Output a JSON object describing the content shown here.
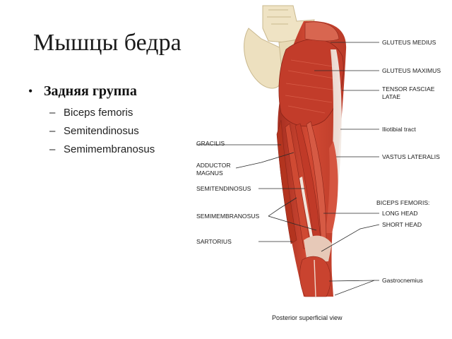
{
  "slide": {
    "title": "Мышцы бедра",
    "bullet": "Задняя группа",
    "sub_items": [
      "Biceps femoris",
      "Semitendinosus",
      "Semimembranosus"
    ]
  },
  "figure": {
    "labels_right": {
      "gluteus_medius": "GLUTEUS MEDIUS",
      "gluteus_maximus": "GLUTEUS MAXIMUS",
      "tensor_1": "TENSOR FASCIAE",
      "tensor_2": "LATAE",
      "iliotibial": "Iliotibial tract",
      "vastus_lateralis": "VASTUS LATERALIS",
      "biceps_femoris": "BICEPS FEMORIS:",
      "long_head": "LONG HEAD",
      "short_head": "SHORT HEAD",
      "gastrocnemius": "Gastrocnemius"
    },
    "labels_left": {
      "gracilis": "GRACILIS",
      "adductor_1": "ADDUCTOR",
      "adductor_2": "MAGNUS",
      "semitendinosus": "SEMITENDINOSUS",
      "semimembranosus": "SEMIMEMBRANOSUS",
      "sartorius": "SARTORIUS"
    },
    "caption": "Posterior superficial view",
    "colors": {
      "muscle": "#c8402e",
      "muscle_dark": "#9a2a1e",
      "bone": "#efe3c4",
      "tendon": "#e8d8cc"
    }
  }
}
